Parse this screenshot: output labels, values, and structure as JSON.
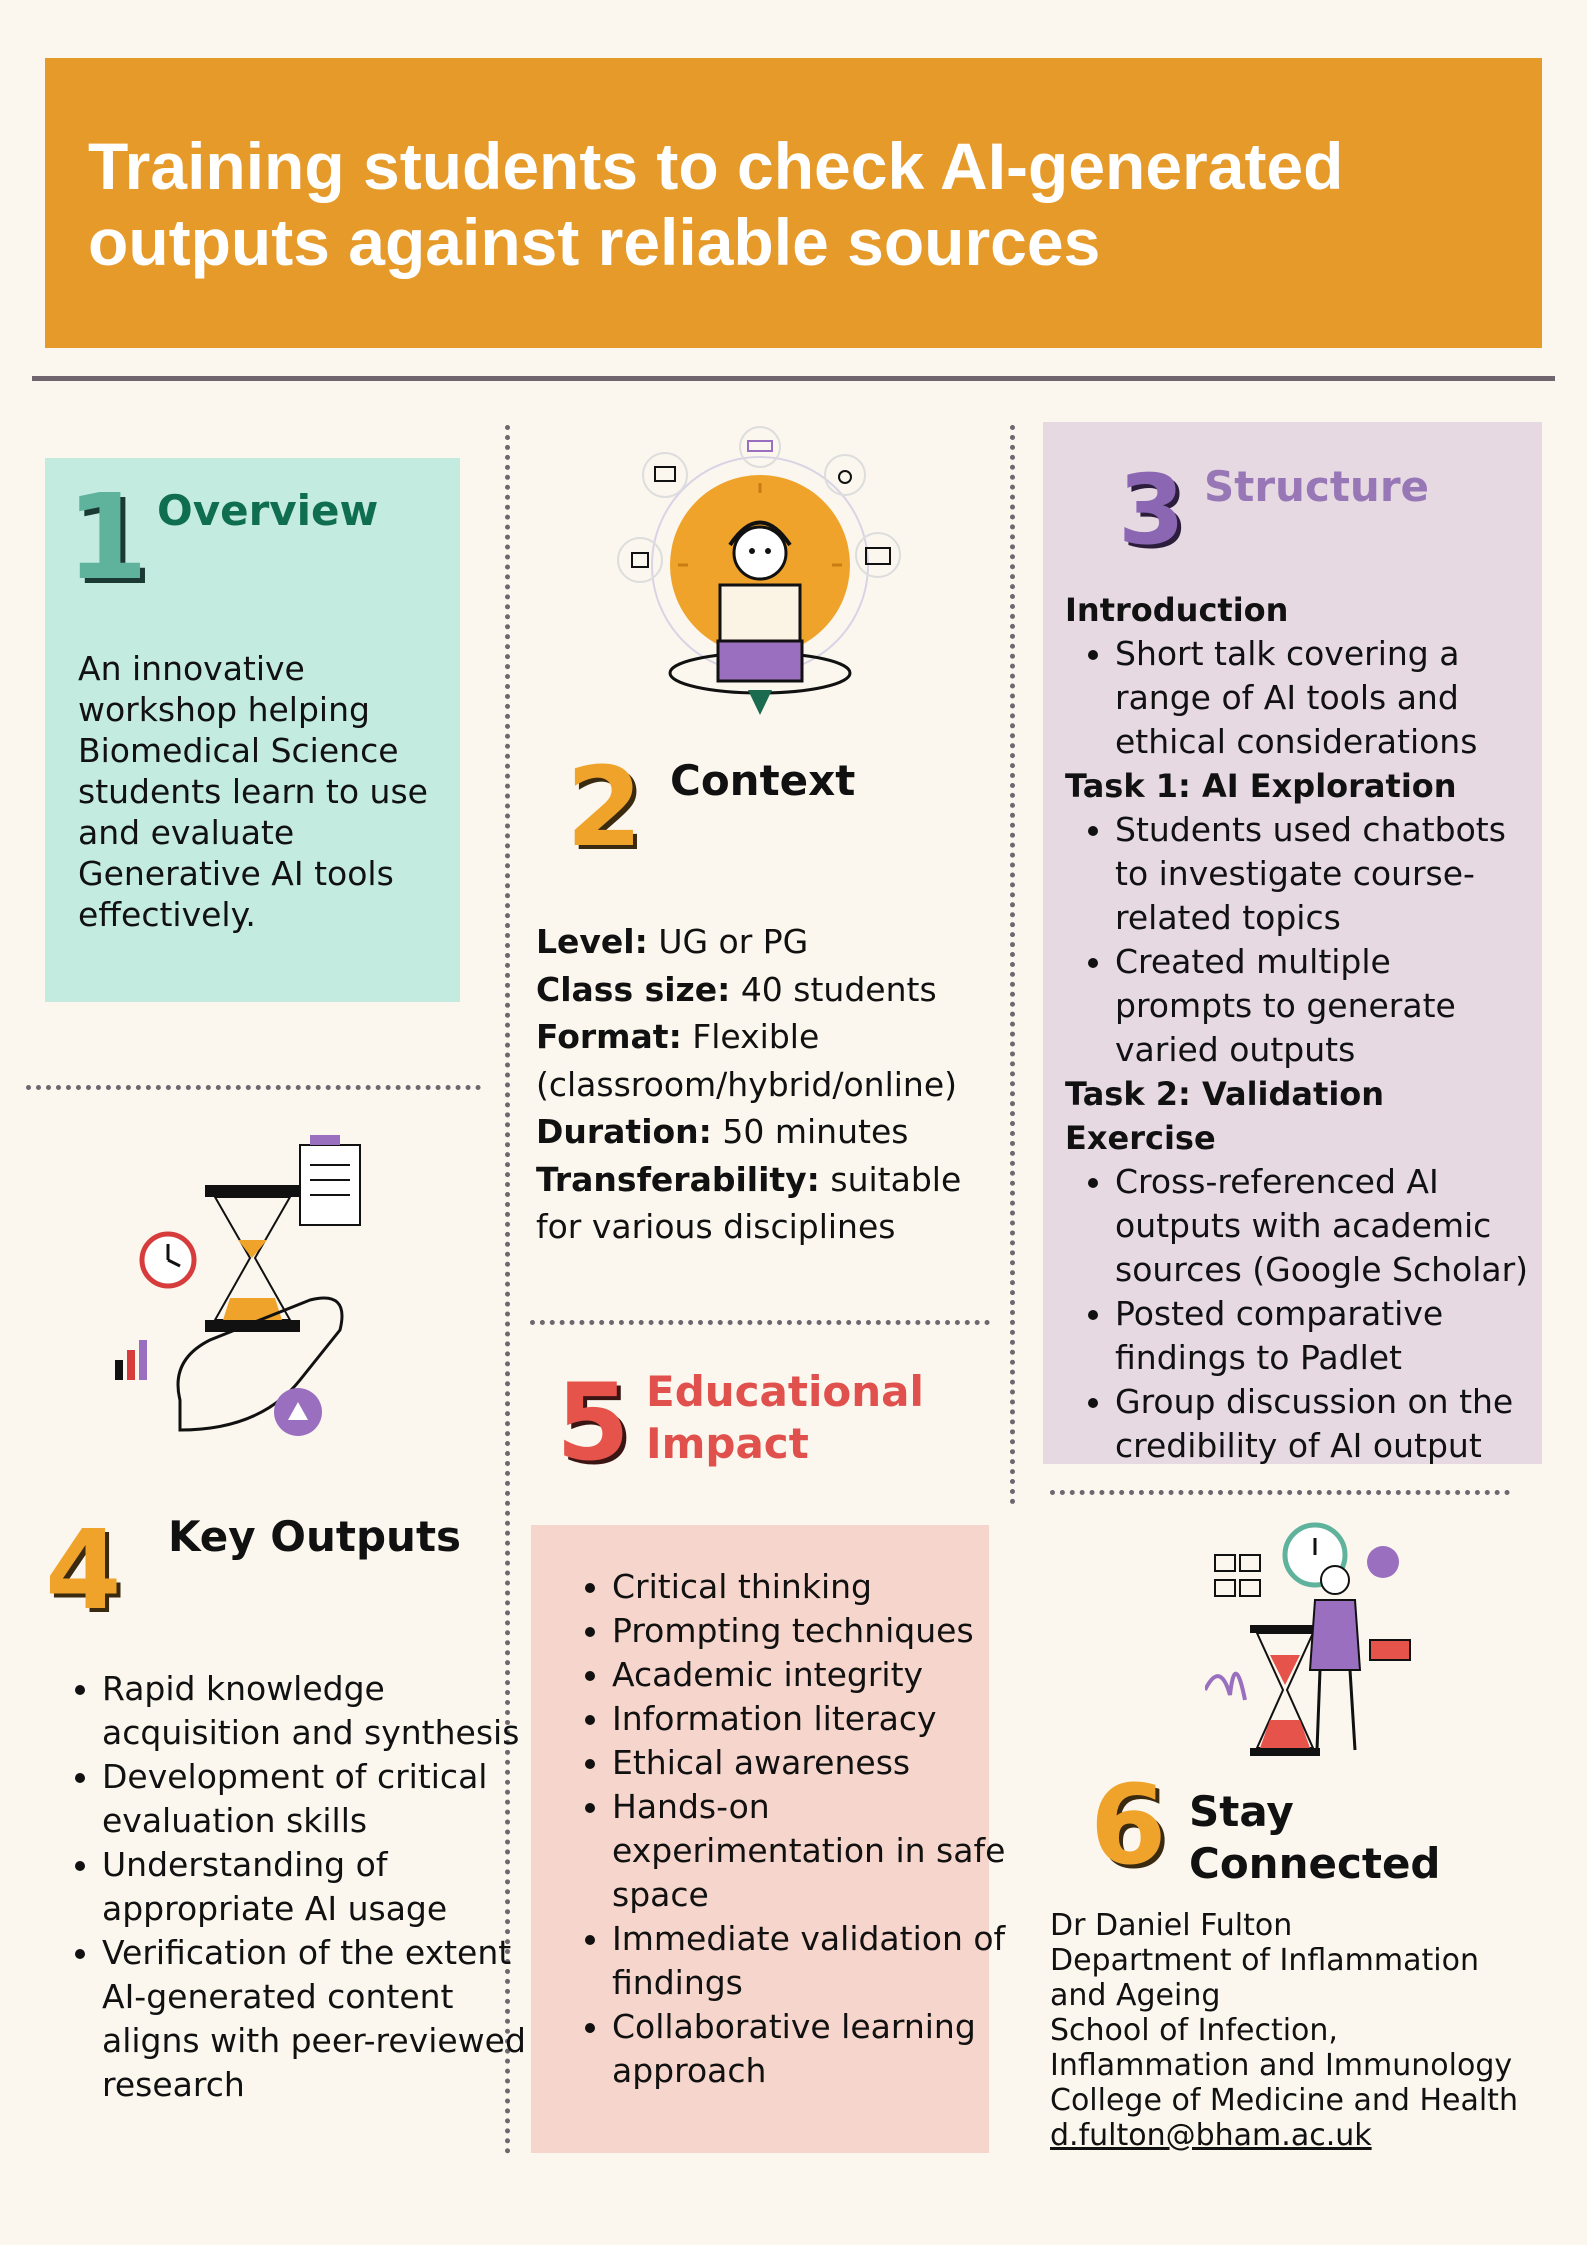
{
  "title": "Training students to check AI-generated outputs against reliable sources",
  "overview": {
    "number": "1",
    "heading": "Overview",
    "text": "An innovative workshop helping Biomedical Science students learn to use and evaluate Generative AI tools effectively."
  },
  "context": {
    "number": "2",
    "heading": "Context",
    "items": [
      {
        "label": "Level:",
        "value": "UG or PG"
      },
      {
        "label": "Class size:",
        "value": "40 students"
      },
      {
        "label": "Format:",
        "value": "Flexible (classroom/hybrid/online)"
      },
      {
        "label": "Duration:",
        "value": "50 minutes"
      },
      {
        "label": "Transferability:",
        "value": "suitable for various disciplines"
      }
    ]
  },
  "structure": {
    "number": "3",
    "heading": "Structure",
    "intro_heading": "Introduction",
    "intro_items": [
      "Short talk covering a range of AI tools and ethical considerations"
    ],
    "task1_heading": "Task 1: AI Exploration",
    "task1_items": [
      "Students used chatbots to investigate course-related topics",
      "Created multiple prompts to generate varied outputs"
    ],
    "task2_heading": "Task 2: Validation Exercise",
    "task2_items": [
      "Cross-referenced AI outputs with academic sources (Google Scholar)",
      "Posted comparative findings to Padlet",
      "Group discussion on the credibility of AI output"
    ]
  },
  "key_outputs": {
    "number": "4",
    "heading": "Key Outputs",
    "items": [
      "Rapid knowledge acquisition and synthesis",
      "Development of critical evaluation skills",
      "Understanding of appropriate AI usage",
      "Verification of the extent AI-generated content aligns with peer-reviewed research"
    ]
  },
  "impact": {
    "number": "5",
    "heading_line1": "Educational",
    "heading_line2": "Impact",
    "items": [
      "Critical thinking",
      "Prompting techniques",
      "Academic integrity",
      "Information literacy",
      "Ethical awareness",
      "Hands-on experimentation in safe space",
      "Immediate validation of findings",
      "Collaborative learning approach"
    ]
  },
  "connect": {
    "number": "6",
    "heading_line1": "Stay",
    "heading_line2": "Connected",
    "lines": [
      "Dr Daniel Fulton",
      "Department of Inflammation and Ageing",
      "School of Infection, Inflammation and Immunology",
      "College of Medicine and Health"
    ],
    "email": "d.fulton@bham.ac.uk"
  },
  "colors": {
    "banner": "#e59a2a",
    "overview_bg": "#c3ebdf",
    "overview_title": "#0f6e4f",
    "structure_bg": "#e6d9e2",
    "structure_title": "#9877b7",
    "impact_bg": "#f6d6cc",
    "impact_title": "#e0504c",
    "num_orange": "#f0a32b",
    "num_teal": "#5fb39c",
    "num_purple": "#8b66b3",
    "num_red": "#e5534b"
  },
  "illustrations": [
    "meditating-ai-user-illustration",
    "hourglass-hand-illustration",
    "person-on-phone-hourglass-illustration"
  ]
}
